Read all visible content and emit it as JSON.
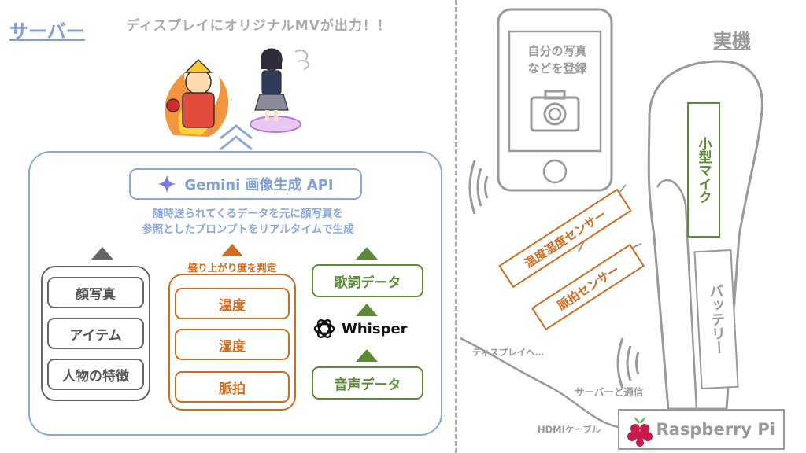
{
  "server": {
    "title": "サーバー",
    "headline": "ディスプレイにオリジナルMVが出力！！",
    "gemini_label": "Gemini 画像生成 API",
    "gemini_desc_line1": "随時送られてくるデータを元に顔写真を",
    "gemini_desc_line2": "参照としたプロンプトをリアルタイムで生成",
    "profile_items": [
      "顔写真",
      "アイテム",
      "人物の特徴"
    ],
    "judge_label": "盛り上がり度を判定",
    "sensor_items": [
      "温度",
      "湿度",
      "脈拍"
    ],
    "lyrics_label": "歌詞データ",
    "whisper_label": "Whisper",
    "audio_label": "音声データ"
  },
  "device": {
    "title": "実機",
    "phone_text_line1": "自分の写真",
    "phone_text_line2": "などを登録",
    "mic_label": "小型マイク",
    "battery_label": "バッテリー",
    "temp_humidity_sensor": "温度湿度センサー",
    "pulse_sensor": "脈拍センサー",
    "to_display": "ディスプレイへ…",
    "server_comm": "サーバーと通信",
    "hdmi": "HDMIケーブル",
    "rpi_label": "Raspberry Pi"
  },
  "colors": {
    "server_blue": "#8aa7dd",
    "sensor_orange": "#d06b1f",
    "audio_green": "#5d8a35",
    "gray": "#666666"
  }
}
